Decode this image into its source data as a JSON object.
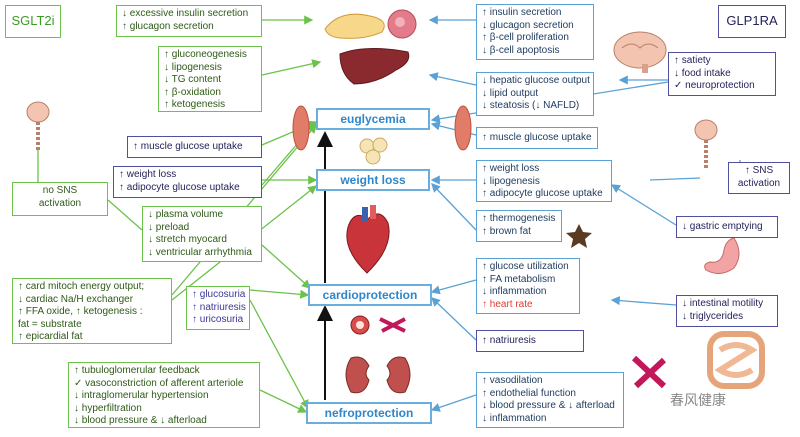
{
  "corners": {
    "sglt2i": "SGLT2i",
    "glp1ra": "GLP1RA"
  },
  "center": {
    "euglycemia": "euglycemia",
    "weight_loss": "weight loss",
    "cardioprotection": "cardioprotection",
    "nefroprotection": "nefroprotection"
  },
  "sglt_boxes": {
    "insulin": [
      "↓ excessive insulin secretion",
      "↑ glucagon secretion"
    ],
    "liver": [
      "↑ gluconeogenesis",
      "↓ lipogenesis",
      "↓ TG content",
      "↑ β-oxidation",
      "↑ ketogenesis"
    ],
    "muscle": [
      "↑ muscle glucose uptake"
    ],
    "weight": [
      "↑ weight loss",
      "↑ adipocyte glucose uptake"
    ],
    "no_sns": [
      "no SNS",
      "activation"
    ],
    "plasma": [
      "↓ plasma volume",
      "↓ preload",
      "↓ stretch myocard",
      "↓ ventricular arrhythmia"
    ],
    "cardiac": [
      "↑ card mitoch energy output;",
      "↓ cardiac Na/H exchanger",
      "↑ FFA oxide, ↑ ketogenesis :",
      "fat = substrate",
      "↑ epicardial fat"
    ],
    "urine": [
      "↑ glucosuria",
      "↑ natriuresis",
      "↑ uricosuria"
    ],
    "renal": [
      "↑ tubuloglomerular feedback",
      "✓ vasoconstriction of afferent arteriole",
      "↓ intraglomerular hypertension",
      "↓ hyperfiltration",
      "↓ blood pressure & ↓ afterload"
    ]
  },
  "glp_boxes": {
    "insulin": [
      "↑ insulin secretion",
      "↓ glucagon secretion",
      "↑ β-cell proliferation",
      "↓ β-cell apoptosis"
    ],
    "brain": [
      "↑ satiety",
      "↓ food intake",
      "✓ neuroprotection"
    ],
    "hepatic": [
      "↓ hepatic glucose output",
      "↓ lipid output",
      "↓ steatosis (↓ NAFLD)"
    ],
    "muscle": [
      "↑ muscle glucose uptake"
    ],
    "weight": [
      "↑ weight loss",
      "↓ lipogenesis",
      "↑ adipocyte glucose uptake"
    ],
    "sns": [
      "↑ SNS",
      "activation"
    ],
    "thermo": [
      "↑ thermogenesis",
      "↑ brown fat"
    ],
    "gastric": [
      "↓ gastric emptying"
    ],
    "glucose": [
      "↑ glucose utilization",
      "↑ FA metabolism",
      "↓ inflammation"
    ],
    "heart_rate": "↑ heart rate",
    "intestinal": [
      "↓ intestinal motility",
      "↓ triglycerides"
    ],
    "natriuresis": [
      "↑ natriuresis"
    ],
    "vaso": [
      "↑ vasodilation",
      "↑ endothelial function",
      "↓ blood pressure & ↓ afterload",
      "↓ inflammation"
    ]
  },
  "watermark": "春风健康",
  "colors": {
    "sglt": "#6cc24a",
    "glp": "#5aa2d6",
    "glp_dark": "#514f9f",
    "center": "#2f86c8",
    "heart_rate": "#e23a2e"
  }
}
